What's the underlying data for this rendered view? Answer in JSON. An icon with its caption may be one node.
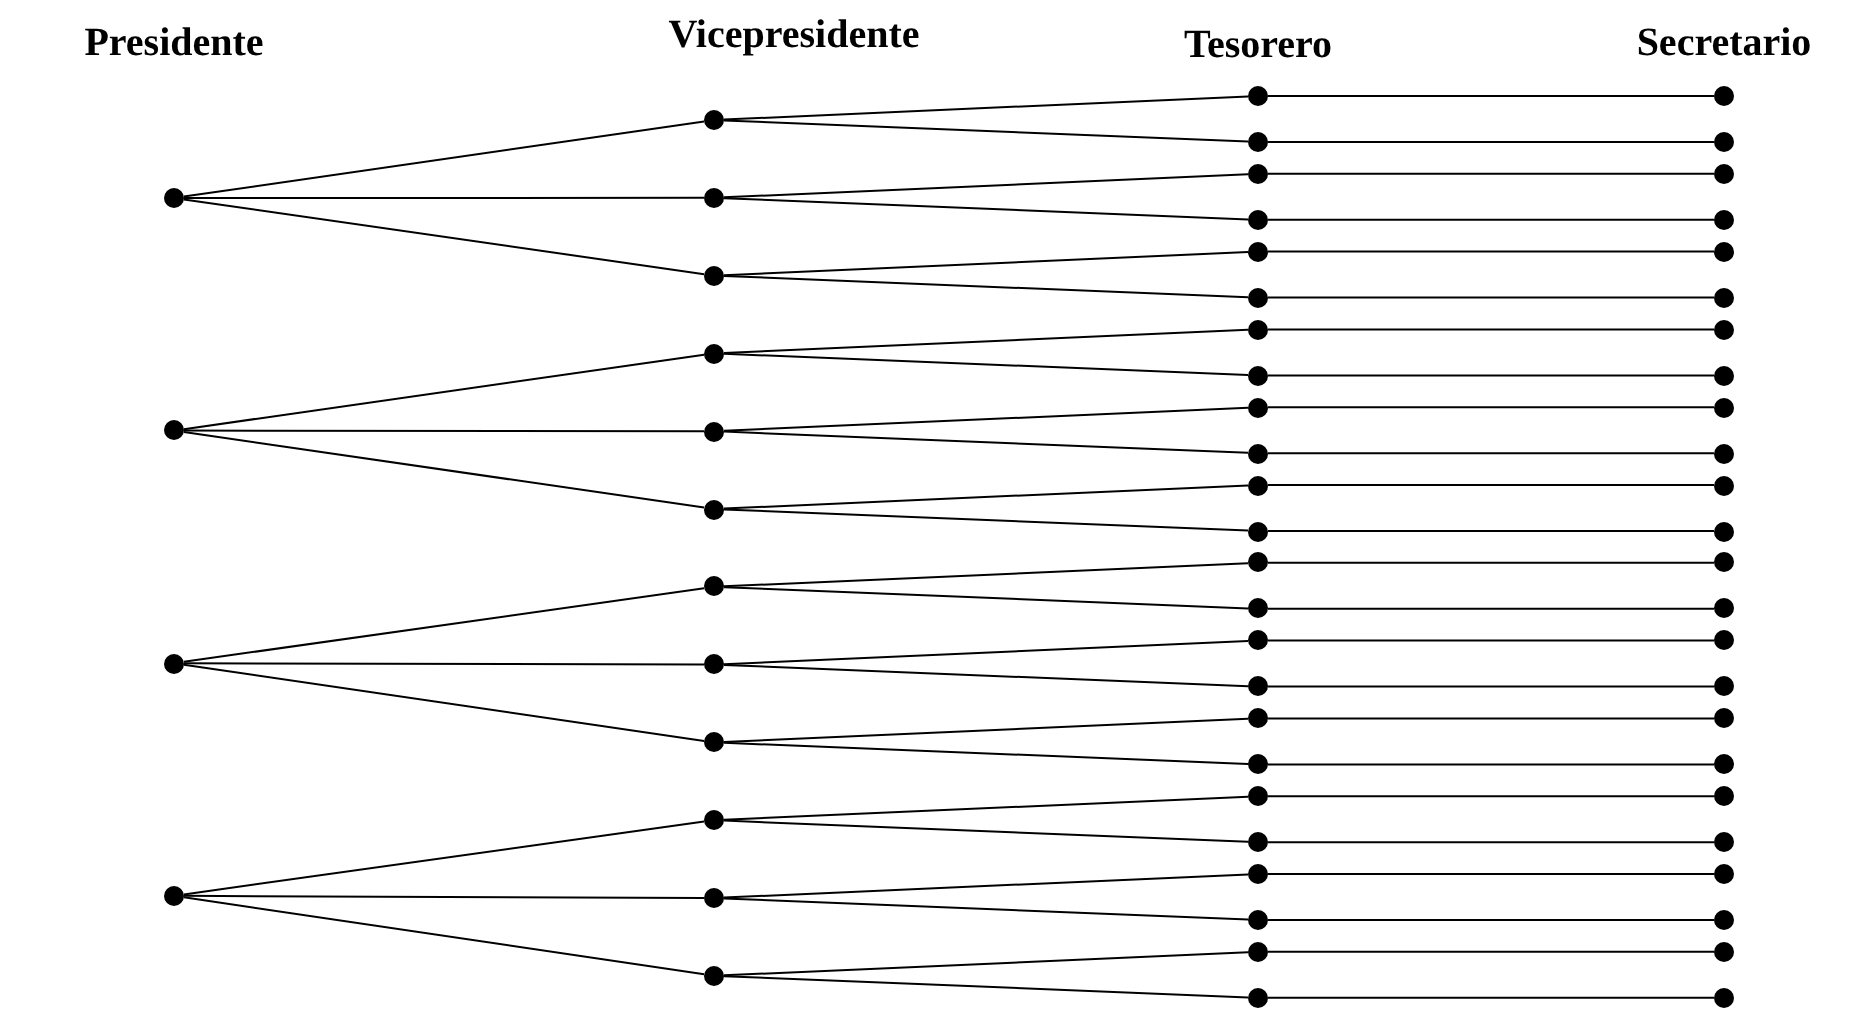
{
  "diagram": {
    "nodes": [
      {
        "text": [],
        "shape": "circle"
      },
      {
        "text": [],
        "shape": "circle"
      },
      {
        "text": [],
        "shape": "circle"
      },
      {
        "text": [],
        "shape": "circle"
      },
      {
        "text": [],
        "shape": "circle"
      },
      {
        "text": [],
        "shape": "circle"
      },
      {
        "text": [],
        "shape": "circle"
      },
      {
        "text": [],
        "shape": "circle"
      },
      {
        "text": [],
        "shape": "circle"
      },
      {
        "text": [],
        "shape": "circle"
      },
      {
        "text": [],
        "shape": "circle"
      },
      {
        "text": [],
        "shape": "circle"
      },
      {
        "text": [],
        "shape": "circle"
      },
      {
        "text": [],
        "shape": "circle"
      },
      {
        "text": [],
        "shape": "circle"
      },
      {
        "text": [],
        "shape": "circle"
      },
      {
        "text": [],
        "shape": "circle"
      },
      {
        "text": [],
        "shape": "circle"
      },
      {
        "text": [],
        "shape": "circle"
      },
      {
        "text": [],
        "shape": "circle"
      },
      {
        "text": [],
        "shape": "circle"
      },
      {
        "text": [],
        "shape": "circle"
      },
      {
        "text": [],
        "shape": "circle"
      },
      {
        "text": [],
        "shape": "circle"
      },
      {
        "text": [],
        "shape": "circle"
      },
      {
        "text": [],
        "shape": "circle"
      },
      {
        "text": [],
        "shape": "circle"
      },
      {
        "text": [],
        "shape": "circle"
      },
      {
        "text": [],
        "shape": "circle"
      },
      {
        "text": [],
        "shape": "circle"
      },
      {
        "text": [],
        "shape": "circle"
      },
      {
        "text": [],
        "shape": "circle"
      },
      {
        "text": [],
        "shape": "circle"
      },
      {
        "text": [],
        "shape": "circle"
      },
      {
        "text": [],
        "shape": "circle"
      },
      {
        "text": [],
        "shape": "circle"
      },
      {
        "text": [],
        "shape": "circle"
      },
      {
        "text": [],
        "shape": "circle"
      },
      {
        "text": [],
        "shape": "circle"
      },
      {
        "text": [],
        "shape": "circle"
      },
      {
        "text": [],
        "shape": "circle"
      },
      {
        "text": [],
        "shape": "circle"
      },
      {
        "text": [],
        "shape": "circle"
      },
      {
        "text": [],
        "shape": "circle"
      },
      {
        "text": [],
        "shape": "circle"
      },
      {
        "text": [],
        "shape": "circle"
      },
      {
        "text": [],
        "shape": "circle"
      },
      {
        "text": [],
        "shape": "circle"
      },
      {
        "text": [],
        "shape": "circle"
      },
      {
        "text": [],
        "shape": "circle"
      },
      {
        "text": [],
        "shape": "circle"
      },
      {
        "text": [],
        "shape": "circle"
      },
      {
        "text": [],
        "shape": "circle"
      },
      {
        "text": [],
        "shape": "circle"
      },
      {
        "text": [],
        "shape": "circle"
      },
      {
        "text": [],
        "shape": "circle"
      },
      {
        "text": [],
        "shape": "circle"
      },
      {
        "text": [],
        "shape": "circle"
      },
      {
        "text": [],
        "shape": "circle"
      },
      {
        "text": [],
        "shape": "circle"
      },
      {
        "text": [],
        "shape": "circle"
      },
      {
        "text": [],
        "shape": "circle"
      },
      {
        "text": [],
        "shape": "circle"
      },
      {
        "text": [],
        "shape": "circle"
      }
    ],
    "edges": [
      {
        "from": 0,
        "to": 4,
        "arrow": "none"
      },
      {
        "from": 0,
        "to": 5,
        "arrow": "none"
      },
      {
        "from": 0,
        "to": 6,
        "arrow": "none"
      },
      {
        "from": 1,
        "to": 7,
        "arrow": "none"
      },
      {
        "from": 1,
        "to": 8,
        "arrow": "none"
      },
      {
        "from": 1,
        "to": 9,
        "arrow": "none"
      },
      {
        "from": 2,
        "to": 10,
        "arrow": "none"
      },
      {
        "from": 2,
        "to": 11,
        "arrow": "none"
      },
      {
        "from": 2,
        "to": 12,
        "arrow": "none"
      },
      {
        "from": 3,
        "to": 13,
        "arrow": "none"
      },
      {
        "from": 3,
        "to": 14,
        "arrow": "none"
      },
      {
        "from": 3,
        "to": 15,
        "arrow": "none"
      },
      {
        "from": 4,
        "to": 16,
        "arrow": "none"
      },
      {
        "from": 4,
        "to": 17,
        "arrow": "none"
      },
      {
        "from": 5,
        "to": 18,
        "arrow": "none"
      },
      {
        "from": 5,
        "to": 19,
        "arrow": "none"
      },
      {
        "from": 6,
        "to": 20,
        "arrow": "none"
      },
      {
        "from": 6,
        "to": 21,
        "arrow": "none"
      },
      {
        "from": 7,
        "to": 22,
        "arrow": "none"
      },
      {
        "from": 7,
        "to": 23,
        "arrow": "none"
      },
      {
        "from": 8,
        "to": 24,
        "arrow": "none"
      },
      {
        "from": 8,
        "to": 25,
        "arrow": "none"
      },
      {
        "from": 9,
        "to": 26,
        "arrow": "none"
      },
      {
        "from": 9,
        "to": 27,
        "arrow": "none"
      },
      {
        "from": 10,
        "to": 28,
        "arrow": "none"
      },
      {
        "from": 10,
        "to": 29,
        "arrow": "none"
      },
      {
        "from": 11,
        "to": 30,
        "arrow": "none"
      },
      {
        "from": 11,
        "to": 31,
        "arrow": "none"
      },
      {
        "from": 12,
        "to": 32,
        "arrow": "none"
      },
      {
        "from": 12,
        "to": 33,
        "arrow": "none"
      },
      {
        "from": 13,
        "to": 34,
        "arrow": "none"
      },
      {
        "from": 13,
        "to": 35,
        "arrow": "none"
      },
      {
        "from": 14,
        "to": 36,
        "arrow": "none"
      },
      {
        "from": 14,
        "to": 37,
        "arrow": "none"
      },
      {
        "from": 15,
        "to": 38,
        "arrow": "none"
      },
      {
        "from": 15,
        "to": 39,
        "arrow": "none"
      },
      {
        "from": 16,
        "to": 40,
        "arrow": "none"
      },
      {
        "from": 17,
        "to": 41,
        "arrow": "none"
      },
      {
        "from": 18,
        "to": 42,
        "arrow": "none"
      },
      {
        "from": 19,
        "to": 43,
        "arrow": "none"
      },
      {
        "from": 20,
        "to": 44,
        "arrow": "none"
      },
      {
        "from": 21,
        "to": 45,
        "arrow": "none"
      },
      {
        "from": 22,
        "to": 46,
        "arrow": "none"
      },
      {
        "from": 23,
        "to": 47,
        "arrow": "none"
      },
      {
        "from": 24,
        "to": 48,
        "arrow": "none"
      },
      {
        "from": 25,
        "to": 49,
        "arrow": "none"
      },
      {
        "from": 26,
        "to": 50,
        "arrow": "none"
      },
      {
        "from": 27,
        "to": 51,
        "arrow": "none"
      },
      {
        "from": 28,
        "to": 52,
        "arrow": "none"
      },
      {
        "from": 29,
        "to": 53,
        "arrow": "none"
      },
      {
        "from": 30,
        "to": 54,
        "arrow": "none"
      },
      {
        "from": 31,
        "to": 55,
        "arrow": "none"
      },
      {
        "from": 32,
        "to": 56,
        "arrow": "none"
      },
      {
        "from": 33,
        "to": 57,
        "arrow": "none"
      },
      {
        "from": 34,
        "to": 58,
        "arrow": "none"
      },
      {
        "from": 35,
        "to": 59,
        "arrow": "none"
      },
      {
        "from": 36,
        "to": 60,
        "arrow": "none"
      },
      {
        "from": 37,
        "to": 61,
        "arrow": "none"
      },
      {
        "from": 38,
        "to": 62,
        "arrow": "none"
      },
      {
        "from": 39,
        "to": 63,
        "arrow": "none"
      }
    ],
    "labels": [
      "Presidente",
      "Vicepresidente",
      "Tesorero",
      "Secretario"
    ]
  }
}
